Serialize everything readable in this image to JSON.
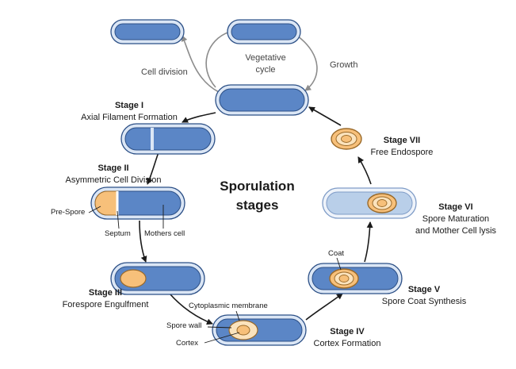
{
  "title_line1": "Sporulation",
  "title_line2": "stages",
  "vegetative": {
    "line1": "Vegetative",
    "line2": "cycle"
  },
  "cell_division_label": "Cell division",
  "growth_label": "Growth",
  "stages": [
    {
      "title": "Stage I",
      "desc": "Axial Filament Formation"
    },
    {
      "title": "Stage II",
      "desc": "Asymmetric Cell Division"
    },
    {
      "title": "Stage III",
      "desc": "Forespore Engulfment"
    },
    {
      "title": "Stage IV",
      "desc": "Cortex Formation"
    },
    {
      "title": "Stage V",
      "desc": "Spore Coat Synthesis"
    },
    {
      "title": "Stage VI",
      "desc_line1": "Spore Maturation",
      "desc_line2": "and Mother Cell lysis"
    },
    {
      "title": "Stage VII",
      "desc": "Free Endospore"
    }
  ],
  "parts": {
    "pre_spore": "Pre-Spore",
    "septum": "Septum",
    "mothers_cell": "Mothers cell",
    "cytoplasmic_membrane": "Cytoplasmic membrane",
    "spore_wall": "Spore wall",
    "cortex": "Cortex",
    "coat": "Coat"
  },
  "colors": {
    "cell_fill": "#5b86c6",
    "cell_outline": "#2b4f86",
    "cell_halo": "#dbe6f5",
    "lysed_fill": "#b9cfe9",
    "spore_fill": "#f7c07a",
    "spore_outline": "#9a6a2a",
    "arrow": "#1a1a1a",
    "cycle_arrow": "#8c8c8c"
  }
}
